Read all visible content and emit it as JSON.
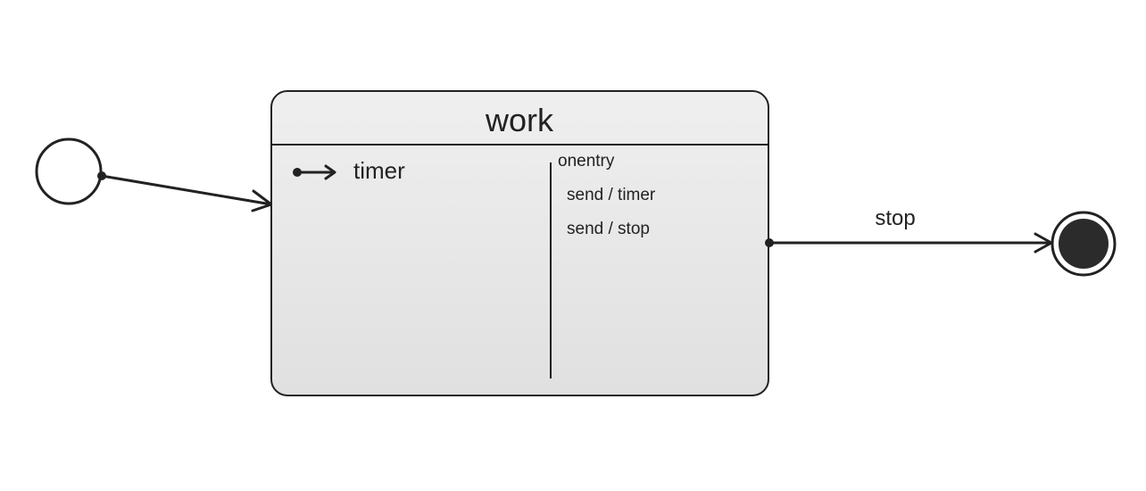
{
  "colors": {
    "stroke": "#222222",
    "state_fill_top": "#efefef",
    "state_fill_bottom": "#e0e0e0",
    "final_fill": "#2b2b2b",
    "background": "#ffffff"
  },
  "nodes": {
    "initial": {
      "kind": "initial-pseudostate"
    },
    "work": {
      "title": "work",
      "initial_child": "timer",
      "onentry": {
        "label": "onentry",
        "actions": [
          "send / timer",
          "send / stop"
        ]
      }
    },
    "final": {
      "kind": "final-state"
    }
  },
  "edges": {
    "initial_to_work": {
      "label": ""
    },
    "work_to_final": {
      "label": "stop"
    }
  }
}
